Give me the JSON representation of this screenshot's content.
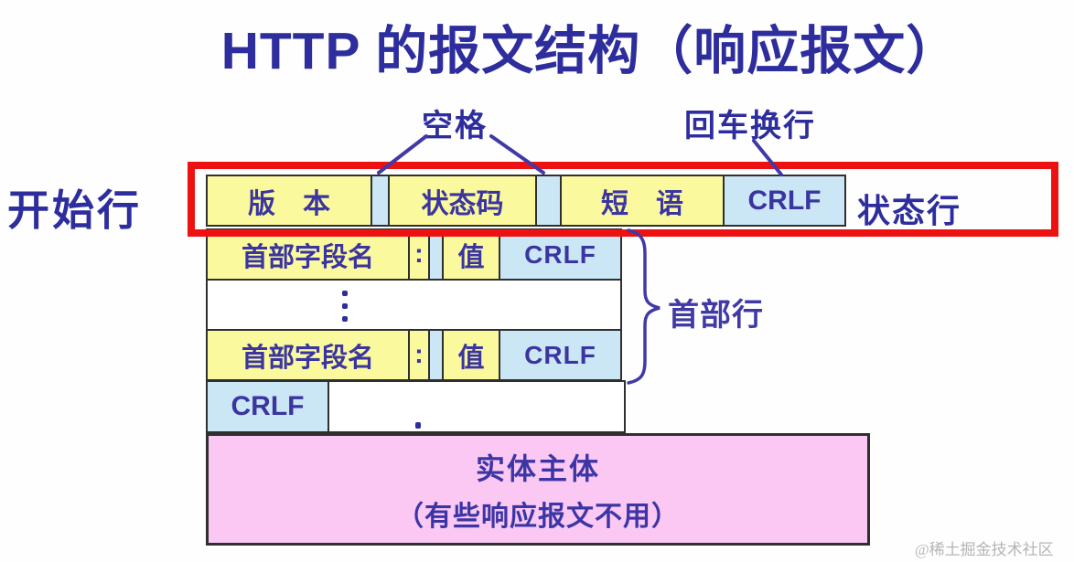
{
  "title": "HTTP 的报文结构（响应报文）",
  "annotations": {
    "space_label": "空格",
    "crlf_label": "回车换行"
  },
  "side_labels": {
    "start_line": "开始行",
    "status_line": "状态行",
    "header_lines": "首部行"
  },
  "status_row": {
    "version": "版　本",
    "status_code": "状态码",
    "phrase": "短　语",
    "crlf": "CRLF"
  },
  "header_rows": [
    {
      "field": "首部字段名",
      "colon": ":",
      "value": "值",
      "crlf": "CRLF"
    },
    {
      "field": "首部字段名",
      "colon": ":",
      "value": "值",
      "crlf": "CRLF"
    }
  ],
  "crlf_row": {
    "label": "CRLF"
  },
  "entity_body": {
    "title": "实体主体",
    "note": "（有些响应报文不用）"
  },
  "watermark": "@稀土掘金技术社区",
  "colors": {
    "title_text": "#2d2d9e",
    "box_yellow": "#fbf99e",
    "box_blue": "#cbe6f5",
    "box_pink": "#fac8f2",
    "frame_red": "#ee1111",
    "border_dark": "#2f2f2f",
    "connector_blue": "#413aa6",
    "watermark_gray": "#b5b5b5"
  }
}
